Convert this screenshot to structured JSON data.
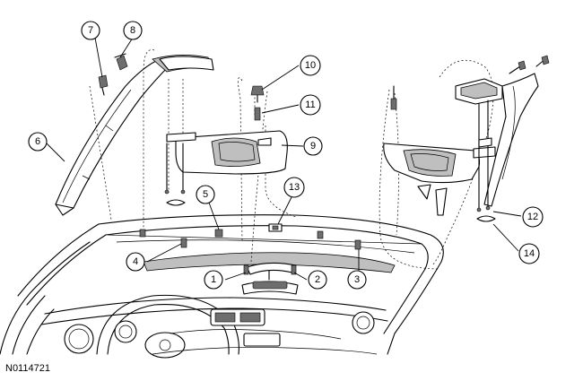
{
  "figure": {
    "id": "N0114721"
  },
  "callouts": [
    {
      "number": "1"
    },
    {
      "number": "2"
    },
    {
      "number": "3"
    },
    {
      "number": "4"
    },
    {
      "number": "5"
    },
    {
      "number": "6"
    },
    {
      "number": "7"
    },
    {
      "number": "8"
    },
    {
      "number": "9"
    },
    {
      "number": "10"
    },
    {
      "number": "11"
    },
    {
      "number": "12"
    },
    {
      "number": "13"
    },
    {
      "number": "14"
    }
  ],
  "colors": {
    "line": "#000000",
    "background": "#ffffff",
    "shade": "#bfbfbf"
  }
}
